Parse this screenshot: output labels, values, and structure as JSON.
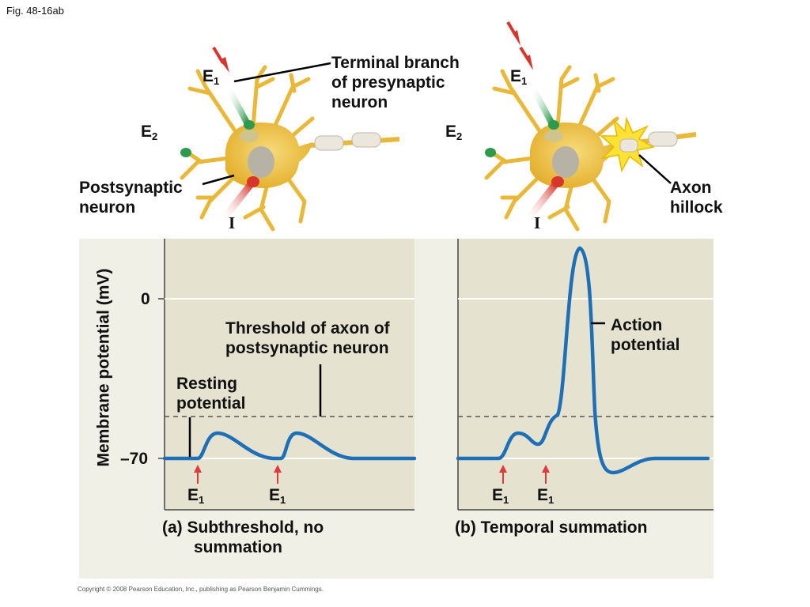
{
  "figure_label": "Fig. 48-16ab",
  "neuron_labels": {
    "e1_main": "E",
    "e1_sub": "1",
    "e2_main": "E",
    "e2_sub": "2",
    "inhibitory": "I",
    "terminal_branch": [
      "Terminal branch",
      "of presynaptic",
      "neuron"
    ],
    "postsynaptic": [
      "Postsynaptic",
      "neuron"
    ],
    "axon_hillock": [
      "Axon",
      "hillock"
    ]
  },
  "graph": {
    "y_axis_label": "Membrane potential (mV)",
    "y_tick_zero": "0",
    "y_tick_minus70": "–70",
    "threshold_label": [
      "Threshold of axon of",
      "postsynaptic neuron"
    ],
    "resting_label": [
      "Resting",
      "potential"
    ],
    "action_label": [
      "Action",
      "potential"
    ],
    "stim_main": "E",
    "stim_sub": "1",
    "caption_a": [
      "(a) Subthreshold, no",
      "summation"
    ],
    "caption_b": "(b) Temporal summation"
  },
  "colors": {
    "panel_bg": "#e6e2d0",
    "outer_bg": "#f1f0e6",
    "trace": "#1d6fb8",
    "stim_arrow": "#e03a3a",
    "neuron_body": "#f1c84a",
    "excitatory_terminal": "#2e9a4e",
    "inhibitory_terminal": "#d8352c",
    "spark": "#ffe233"
  },
  "copyright": "Copyright © 2008 Pearson Education, Inc., publishing as Pearson Benjamin Cummings."
}
